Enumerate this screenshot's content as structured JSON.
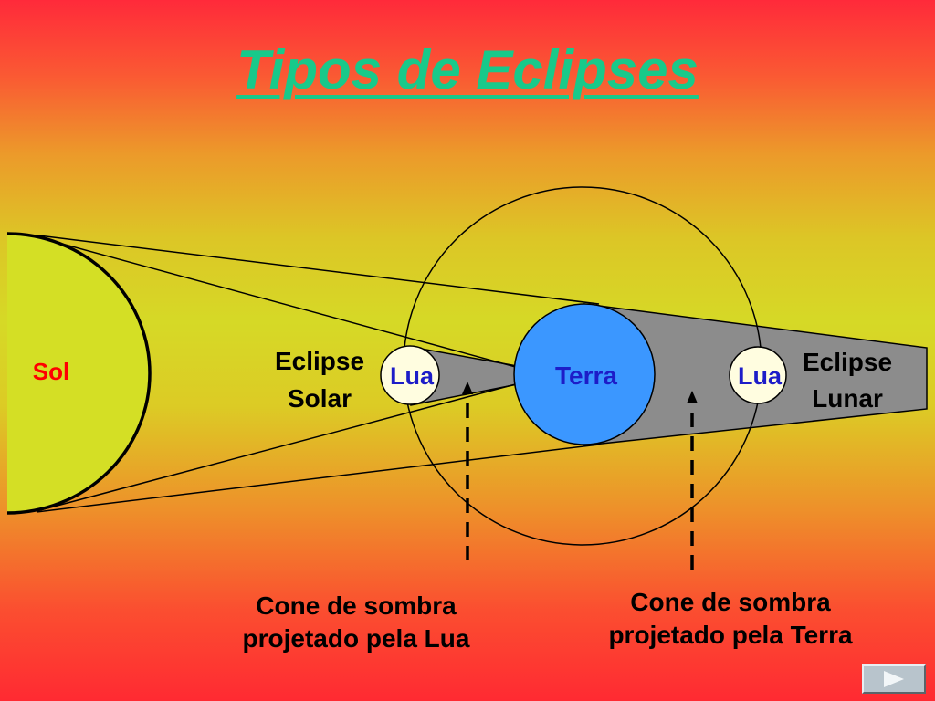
{
  "title": "Tipos de Eclipses",
  "labels": {
    "sun": "Sol",
    "moon_left": "Lua",
    "earth": "Terra",
    "moon_right": "Lua",
    "solar_eclipse_line1": "Eclipse",
    "solar_eclipse_line2": "Solar",
    "lunar_eclipse_line1": "Eclipse",
    "lunar_eclipse_line2": "Lunar",
    "moon_cone_caption_line1": "Cone de sombra",
    "moon_cone_caption_line2": "projetado pela Lua",
    "earth_cone_caption_line1": "Cone de sombra",
    "earth_cone_caption_line2": "projetado pela Terra"
  },
  "colors": {
    "title": "#18c98a",
    "sun_fill": "#d4df25",
    "sun_label": "#ff0000",
    "earth_fill": "#3b97ff",
    "moon_fill": "#fffde0",
    "body_label": "#1d1dc8",
    "shadow_cone": "#8c8c8c"
  },
  "navigation": {
    "next_icon": "play-triangle-icon"
  }
}
